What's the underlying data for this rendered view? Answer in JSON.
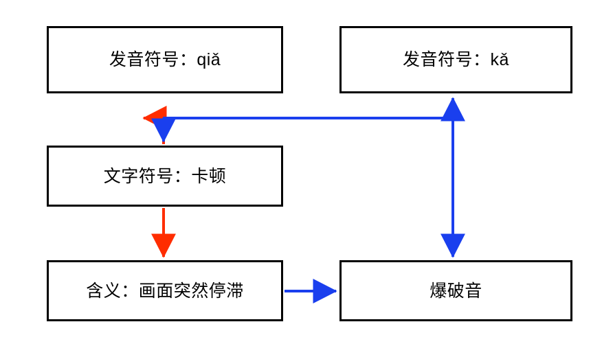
{
  "diagram": {
    "title": "",
    "colors": {
      "node_border": "#000000",
      "node_fill": "#ffffff",
      "text": "#000000",
      "edge_red": "#ff2d00",
      "edge_blue": "#1a3fee",
      "background": "#ffffff"
    },
    "nodes": [
      {
        "id": "pron-qia",
        "label": "发音符号：qiǎ"
      },
      {
        "id": "pron-ka",
        "label": "发音符号：kǎ"
      },
      {
        "id": "word",
        "label": "文字符号：卡顿"
      },
      {
        "id": "meaning",
        "label": "含义：画面突然停滞"
      },
      {
        "id": "plosive",
        "label": "爆破音"
      }
    ],
    "edges": [
      {
        "id": "word-to-qia",
        "from": "word",
        "to": "pron-qia",
        "color": "#ff2d00",
        "arrow": "up",
        "shape": "vertical"
      },
      {
        "id": "qia-to-word",
        "from": "pron-qia",
        "to": "word",
        "color": "#1a3fee",
        "arrow": "down",
        "shape": "vertical"
      },
      {
        "id": "word-to-meaning",
        "from": "word",
        "to": "meaning",
        "color": "#ff2d00",
        "arrow": "down",
        "shape": "vertical"
      },
      {
        "id": "meaning-to-plosive",
        "from": "meaning",
        "to": "plosive",
        "color": "#1a3fee",
        "arrow": "right",
        "shape": "horizontal"
      },
      {
        "id": "ka-plosive-link",
        "from": "plosive",
        "to": "pron-ka",
        "color": "#1a3fee",
        "arrow": "both",
        "shape": "vertical"
      },
      {
        "id": "branch-to-ka",
        "from": "word",
        "to": "pron-ka",
        "color": "#1a3fee",
        "arrow": "none",
        "shape": "horizontal-connector"
      }
    ]
  }
}
